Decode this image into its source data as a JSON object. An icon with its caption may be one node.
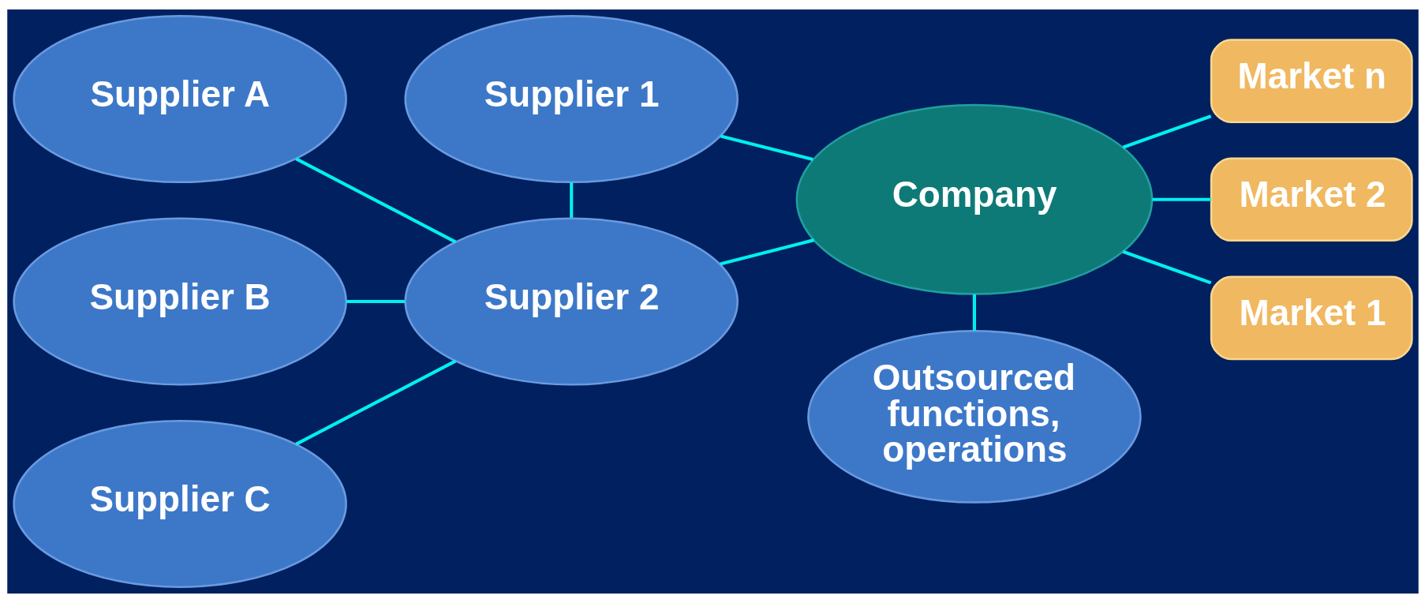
{
  "diagram": {
    "nodes": [
      {
        "text": [
          "Supplier A"
        ]
      },
      {
        "text": [
          "Supplier 1"
        ]
      },
      {
        "text": [
          "Company"
        ]
      },
      {
        "text": [
          "Market n"
        ]
      },
      {
        "text": [
          "Market 2"
        ]
      },
      {
        "text": [
          "Supplier B"
        ]
      },
      {
        "text": [
          "Supplier 2"
        ]
      },
      {
        "text": [
          "Market 1"
        ]
      },
      {
        "text": [
          "Supplier C"
        ]
      },
      {
        "text": [
          "Outsourced functions, operations"
        ]
      }
    ],
    "edges": [
      {
        "from": 1,
        "to": 2,
        "arrow": "none"
      },
      {
        "from": 0,
        "to": 6,
        "arrow": "none"
      },
      {
        "from": 1,
        "to": 6,
        "arrow": "none"
      },
      {
        "from": 5,
        "to": 6,
        "arrow": "none"
      },
      {
        "from": 8,
        "to": 6,
        "arrow": "none"
      },
      {
        "from": 6,
        "to": 2,
        "arrow": "none"
      },
      {
        "from": 2,
        "to": 3,
        "arrow": "none"
      },
      {
        "from": 2,
        "to": 4,
        "arrow": "none"
      },
      {
        "from": 2,
        "to": 7,
        "arrow": "none"
      },
      {
        "from": 2,
        "to": 9,
        "arrow": "none"
      }
    ]
  }
}
